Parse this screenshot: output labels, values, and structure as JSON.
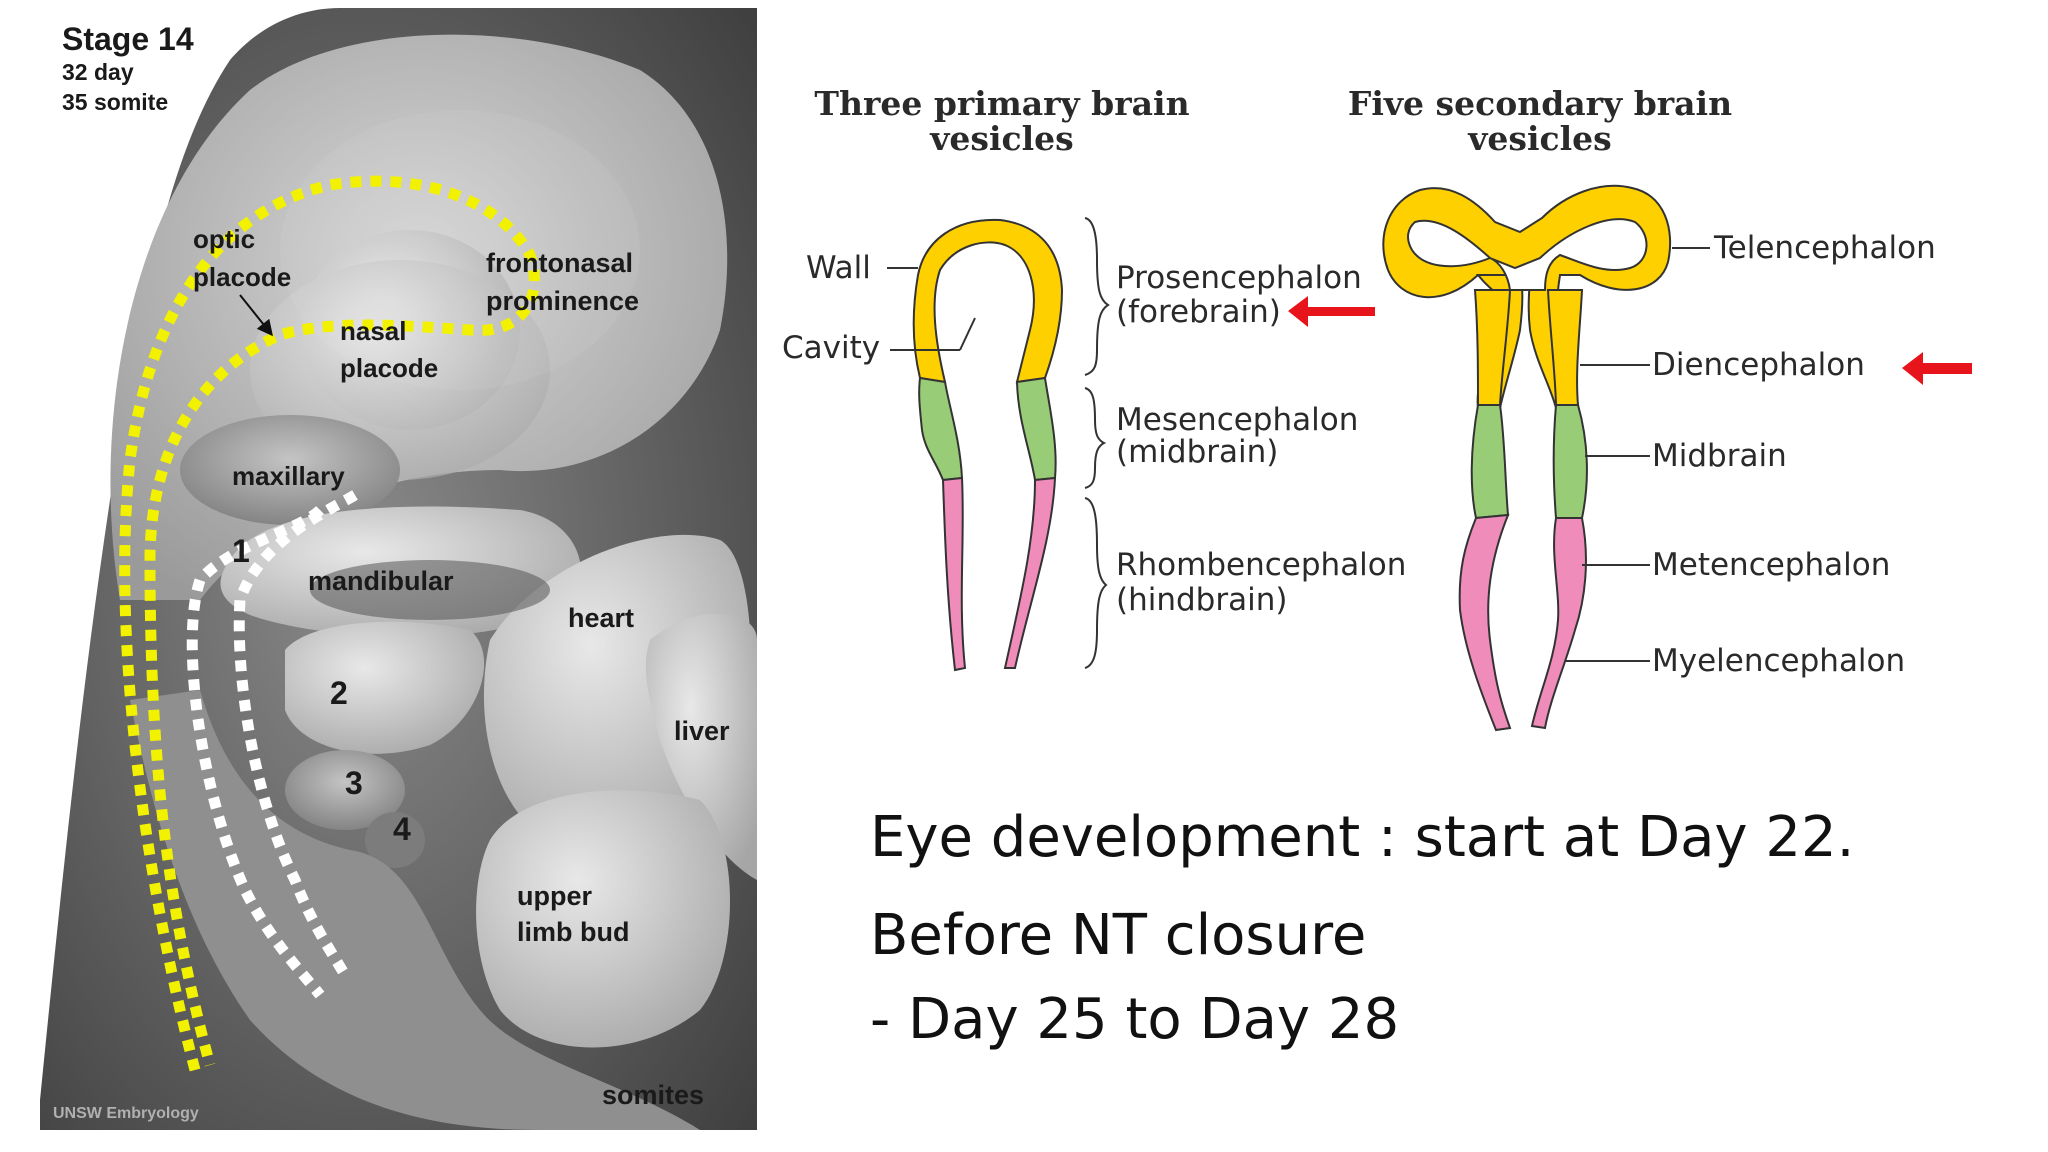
{
  "embryo": {
    "stage": "Stage 14",
    "day": "32 day",
    "somite": "35 somite",
    "labels": {
      "optic_placode_1": "optic",
      "optic_placode_2": "placode",
      "frontonasal_1": "frontonasal",
      "frontonasal_2": "prominence",
      "nasal_1": "nasal",
      "nasal_2": "placode",
      "maxillary": "maxillary",
      "arch1": "1",
      "mandibular": "mandibular",
      "arch2": "2",
      "arch3": "3",
      "arch4": "4",
      "heart": "heart",
      "liver": "liver",
      "upper_limb_1": "upper",
      "upper_limb_2": "limb bud",
      "somites": "somites",
      "credit": "UNSW Embryology"
    },
    "colors": {
      "outline_yellow": "#f2f200",
      "outline_white": "#ffffff"
    }
  },
  "diagram": {
    "left_title_1": "Three primary brain",
    "left_title_2": "vesicles",
    "right_title_1": "Five secondary brain",
    "right_title_2": "vesicles",
    "wall": "Wall",
    "cavity": "Cavity",
    "prosencephalon": "Prosencephalon",
    "forebrain": "(forebrain)",
    "mesencephalon": "Mesencephalon",
    "midbrain_paren": "(midbrain)",
    "rhombencephalon": "Rhombencephalon",
    "hindbrain": "(hindbrain)",
    "telencephalon": "Telencephalon",
    "diencephalon": "Diencephalon",
    "midbrain": "Midbrain",
    "metencephalon": "Metencephalon",
    "myelencephalon": "Myelencephalon",
    "colors": {
      "forebrain": "#ffd000",
      "midbrain": "#99cc77",
      "hindbrain": "#f08cba",
      "arrow": "#e8141b"
    }
  },
  "text": {
    "line1": "Eye development : start at Day 22.",
    "line2": "Before NT closure",
    "line3": "- Day 25 to Day 28"
  }
}
